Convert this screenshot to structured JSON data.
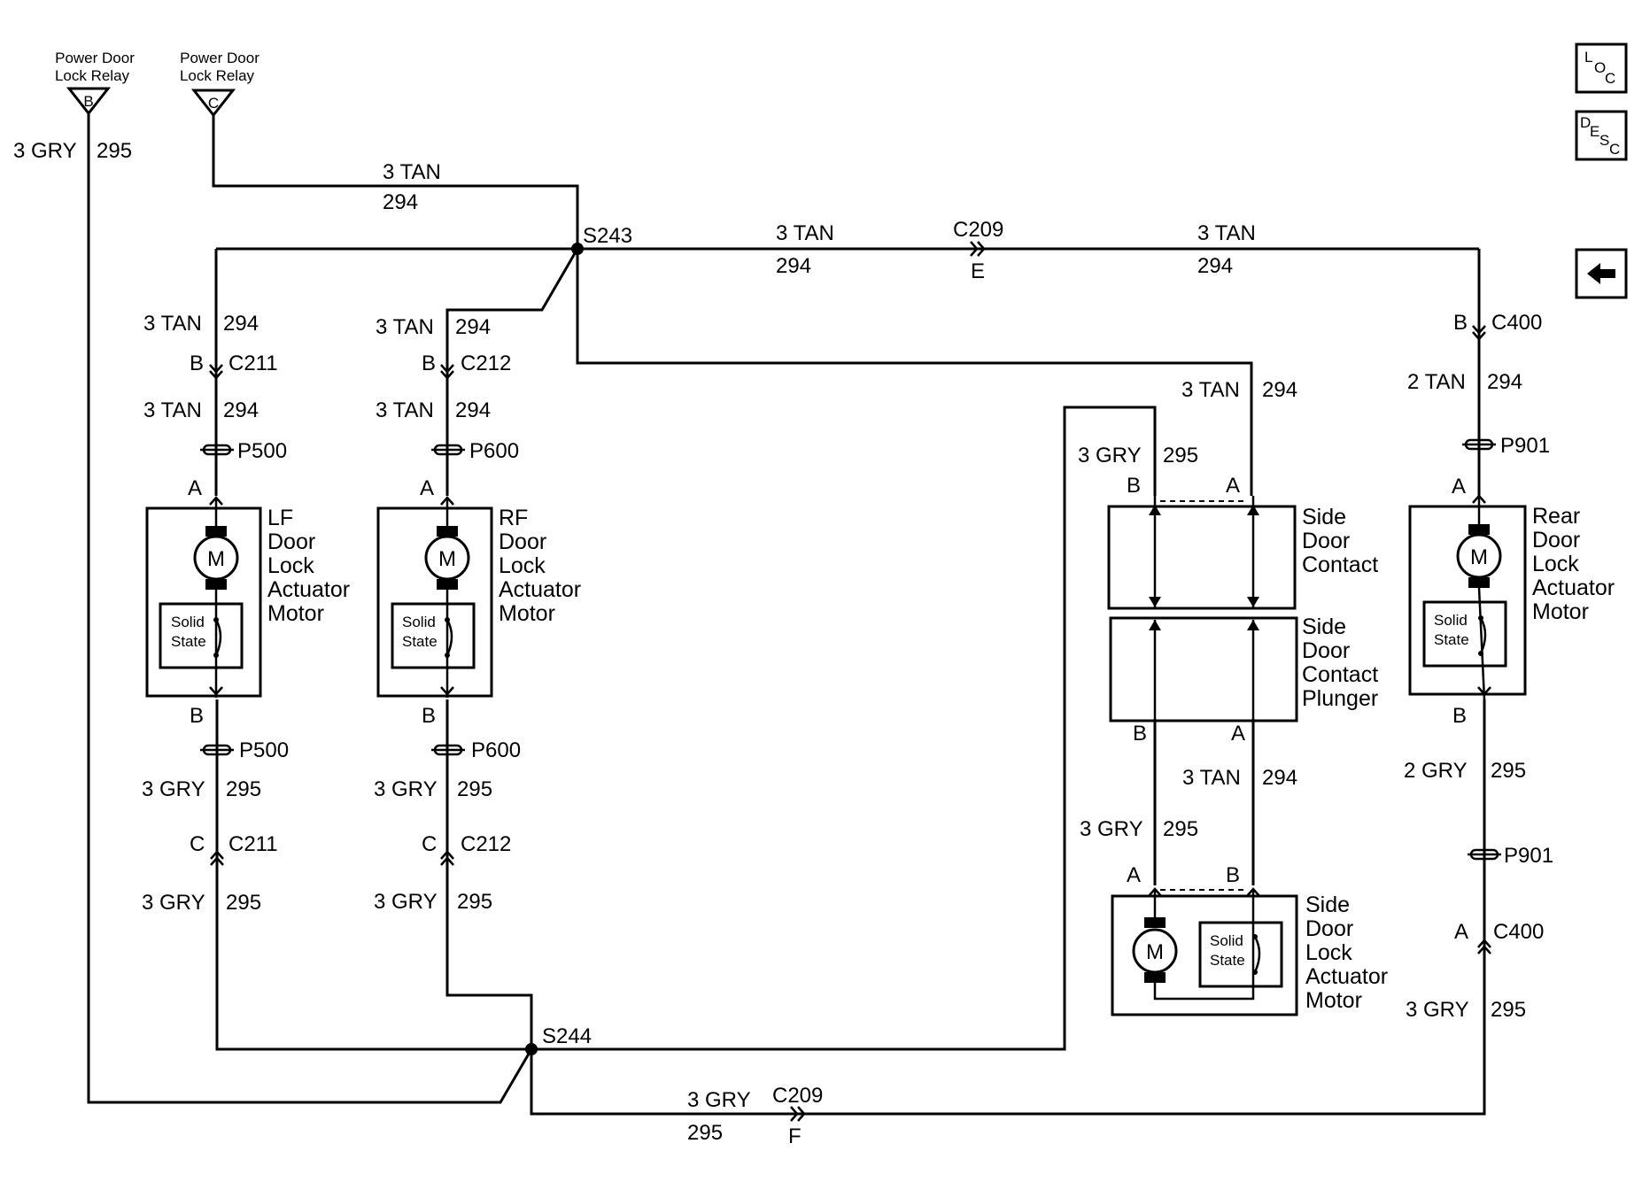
{
  "relays": {
    "b_label": "Power Door Lock Relay",
    "b_pin": "B",
    "c_label": "Power Door Lock Relay",
    "c_pin": "C"
  },
  "wire_labels": {
    "gry": "3 GRY",
    "gry_2": "2 GRY",
    "tan": "3 TAN",
    "tan_2": "2 TAN",
    "num_294": "294",
    "num_295": "295"
  },
  "splices": {
    "s243": "S243",
    "s244": "S244"
  },
  "connectors": {
    "c209": "C209",
    "c211": "C211",
    "c212": "C212",
    "c400": "C400",
    "p500": "P500",
    "p600": "P600",
    "p901": "P901",
    "pin_a": "A",
    "pin_b": "B",
    "pin_c": "C",
    "pin_e": "E",
    "pin_f": "F"
  },
  "components": {
    "lf_motor": [
      "LF",
      "Door",
      "Lock",
      "Actuator",
      "Motor"
    ],
    "rf_motor": [
      "RF",
      "Door",
      "Lock",
      "Actuator",
      "Motor"
    ],
    "rear_motor": [
      "Rear",
      "Door",
      "Lock",
      "Actuator",
      "Motor"
    ],
    "side_contact": [
      "Side",
      "Door",
      "Contact"
    ],
    "side_plunger": [
      "Side",
      "Door",
      "Contact",
      "Plunger"
    ],
    "side_motor": [
      "Side",
      "Door",
      "Lock",
      "Actuator",
      "Motor"
    ],
    "motor_symbol": "M",
    "solid_state": [
      "Solid",
      "State"
    ]
  },
  "nav_icons": {
    "loc": [
      "L",
      "O",
      "C"
    ],
    "desc": [
      "D",
      "E",
      "S",
      "C"
    ],
    "back": "back-arrow-icon"
  }
}
